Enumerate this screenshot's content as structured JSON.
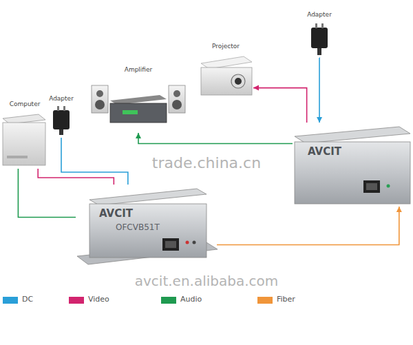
{
  "diagram": {
    "nodes": [
      {
        "text": [
          "Computer"
        ]
      },
      {
        "text": [
          "Adapter"
        ]
      },
      {
        "text": [
          "Amplifier"
        ]
      },
      {
        "text": [
          "Projector"
        ]
      },
      {
        "text": [
          "Adapter"
        ]
      },
      {
        "text": [
          "AVCIT"
        ]
      },
      {
        "text": [
          "AVCIT",
          "OFCVB51T"
        ]
      }
    ],
    "edges": [
      {
        "from": 0,
        "to": 6,
        "arrow": "none"
      },
      {
        "from": 0,
        "to": 6,
        "arrow": "none"
      },
      {
        "from": 1,
        "to": 6,
        "arrow": "none"
      },
      {
        "from": 6,
        "to": 5,
        "arrow": "to"
      },
      {
        "from": 5,
        "to": 2,
        "arrow": "to"
      },
      {
        "from": 5,
        "to": 3,
        "arrow": "to"
      },
      {
        "from": 4,
        "to": 5,
        "arrow": "to"
      }
    ],
    "labels": [
      "trade.china.cn",
      "avcit.en.alibaba.com"
    ],
    "legend": [
      {
        "text": "DC",
        "color": "#2a9fd8"
      },
      {
        "text": "Video",
        "color": "#d2246e"
      },
      {
        "text": "Audio",
        "color": "#1f9a50"
      },
      {
        "text": "Fiber",
        "color": "#f0953a"
      }
    ]
  }
}
